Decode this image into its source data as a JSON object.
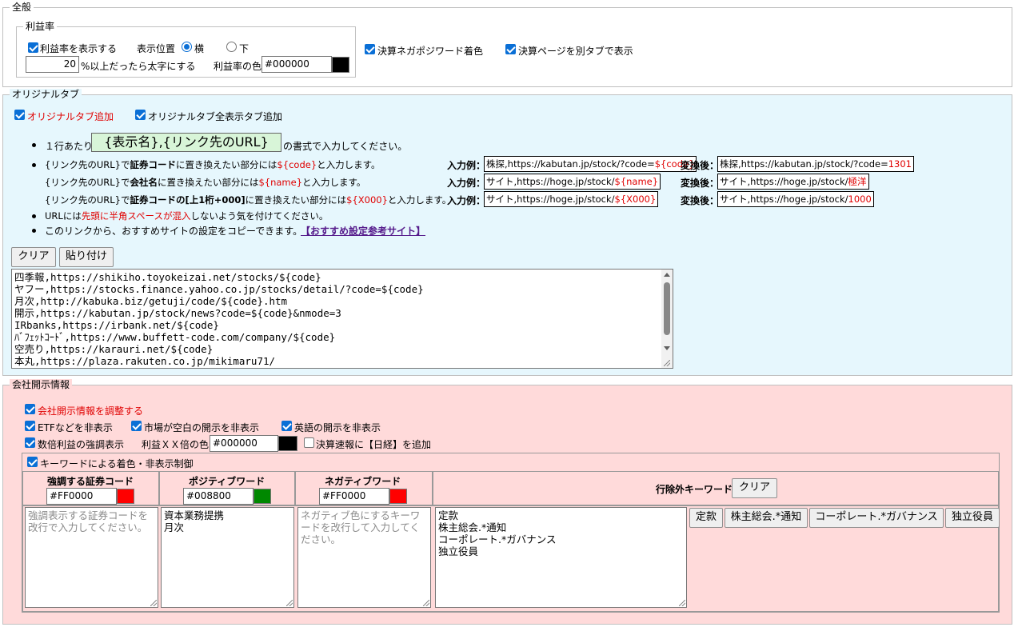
{
  "general": {
    "legend": "全般",
    "profit": {
      "legend": "利益率",
      "show_label": "利益率を表示する",
      "position_label": "表示位置",
      "pos_horizontal": "横",
      "pos_below": "下",
      "bold_value": "20",
      "bold_suffix": "%以上だったら太字にする",
      "color_label": "利益率の色",
      "color_value": "#000000",
      "color_swatch": "#000000"
    },
    "negapos_label": "決算ネガポジワード着色",
    "newtab_label": "決算ページを別タブで表示"
  },
  "original_tab": {
    "legend": "オリジナルタブ",
    "add_label": "オリジナルタブ追加",
    "add_all_label": "オリジナルタブ全表示タブ追加",
    "line1_pre": "１行あたり",
    "line1_format": "{表示名},{リンク先のURL}",
    "line1_post": "の書式で入力してください。",
    "rows": [
      {
        "pre": "{リンク先のURL}で",
        "bold": "証券コード",
        "mid": "に置き換えたい部分には",
        "var": "${code}",
        "post": "と入力します。",
        "ex_label": "入力例：",
        "ex_text": "株探,https://kabutan.jp/stock/?code=",
        "ex_var": "${code}",
        "after_label": "変換後：",
        "after_text": "株探,https://kabutan.jp/stock/?code=",
        "after_var": "1301"
      },
      {
        "pre": "{リンク先のURL}で",
        "bold": "会社名",
        "mid": "に置き換えたい部分には",
        "var": "${name}",
        "post": "と入力します。",
        "ex_label": "入力例：",
        "ex_text": "サイト,https://hoge.jp/stock/",
        "ex_var": "${name}",
        "after_label": "変換後：",
        "after_text": "サイト,https://hoge.jp/stock/",
        "after_var": "極洋"
      },
      {
        "pre": "{リンク先のURL}で",
        "bold": "証券コードの[上1桁+000]",
        "mid": "に置き換えたい部分には",
        "var": "${X000}",
        "post": "と入力します。",
        "ex_label": "入力例：",
        "ex_text": "サイト,https://hoge.jp/stock/",
        "ex_var": "${X000}",
        "after_label": "変換後：",
        "after_text": "サイト,https://hoge.jp/stock/",
        "after_var": "1000"
      }
    ],
    "url_note_pre": "URLには",
    "url_note_red": "先頭に半角スペースが混入",
    "url_note_post": "しないよう気を付けてください。",
    "copy_note": "このリンクから、おすすめサイトの設定をコピーできます。",
    "copy_link": "【おすすめ設定参考サイト】",
    "clear_label": "クリア",
    "paste_label": "貼り付け",
    "textarea": "四季報,https://shikiho.toyokeizai.net/stocks/${code}\nヤフー,https://stocks.finance.yahoo.co.jp/stocks/detail/?code=${code}\n月次,http://kabuka.biz/getuji/code/${code}.htm\n開示,https://kabutan.jp/stock/news?code=${code}&nmode=3\nIRbanks,https://irbank.net/${code}\nﾊﾞﾌｪｯﾄｺｰﾄﾞ,https://www.buffett-code.com/company/${code}\n空売り,https://karauri.net/${code}\n本丸,https://plaza.rakuten.co.jp/mikimaru71/"
  },
  "disclosure": {
    "legend": "会社開示情報",
    "adjust_label": "会社開示情報を調整する",
    "etf_label": "ETFなどを非表示",
    "market_blank_label": "市場が空白の開示を非表示",
    "english_label": "英語の開示を非表示",
    "times_label": "数倍利益の強調表示",
    "profit_x_label": "利益ＸＸ倍の色",
    "profit_x_color": "#000000",
    "profit_x_swatch": "#000000",
    "nikkei_label": "決算速報に【日経】を追加",
    "keyword_label": "キーワードによる着色・非表示制御",
    "emph_header": "強調する証券コード",
    "emph_color": "#FF0000",
    "emph_swatch": "#FF0000",
    "pos_header": "ポジティブワード",
    "pos_color": "#008800",
    "pos_swatch": "#008800",
    "neg_header": "ネガティブワード",
    "neg_color": "#FF0000",
    "neg_swatch": "#FF0000",
    "exclude_header": "行除外キーワード",
    "exclude_clear": "クリア",
    "emph_placeholder": "強調表示する証券コードを改行で入力してください。",
    "pos_text": "資本業務提携\n月次",
    "neg_placeholder": "ネガティブ色にするキーワードを改行して入力してください。",
    "exclude_text": "定款\n株主総会.*通知\nコーポレート.*ガバナンス\n独立役員",
    "exclude_buttons": [
      "定款",
      "株主総会.*通知",
      "コーポレート.*ガバナンス",
      "独立役員"
    ]
  }
}
